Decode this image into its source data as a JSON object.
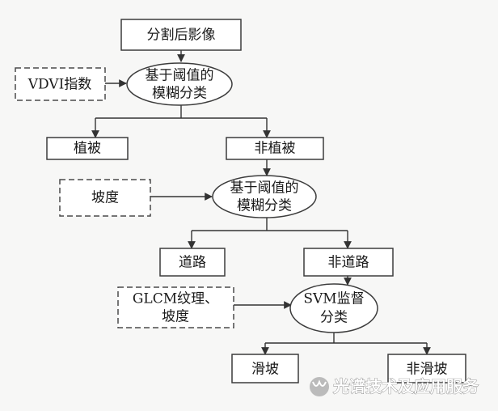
{
  "nodes": {
    "segmented_image": "分割后影像",
    "vdvi_index": "VDVI指数",
    "fuzzy1_line1": "基于阈值的",
    "fuzzy1_line2": "模糊分类",
    "vegetation": "植被",
    "non_vegetation": "非植被",
    "slope": "坡度",
    "fuzzy2_line1": "基于阈值的",
    "fuzzy2_line2": "模糊分类",
    "road": "道路",
    "non_road": "非道路",
    "glcm_line1": "GLCM纹理、",
    "glcm_line2": "坡度",
    "svm_line1": "SVM监督",
    "svm_line2": "分类",
    "landslide": "滑坡",
    "non_landslide": "非滑坡"
  },
  "watermark": {
    "text": "光谱技术及应用服务",
    "icon": "wechat-channel-icon"
  }
}
